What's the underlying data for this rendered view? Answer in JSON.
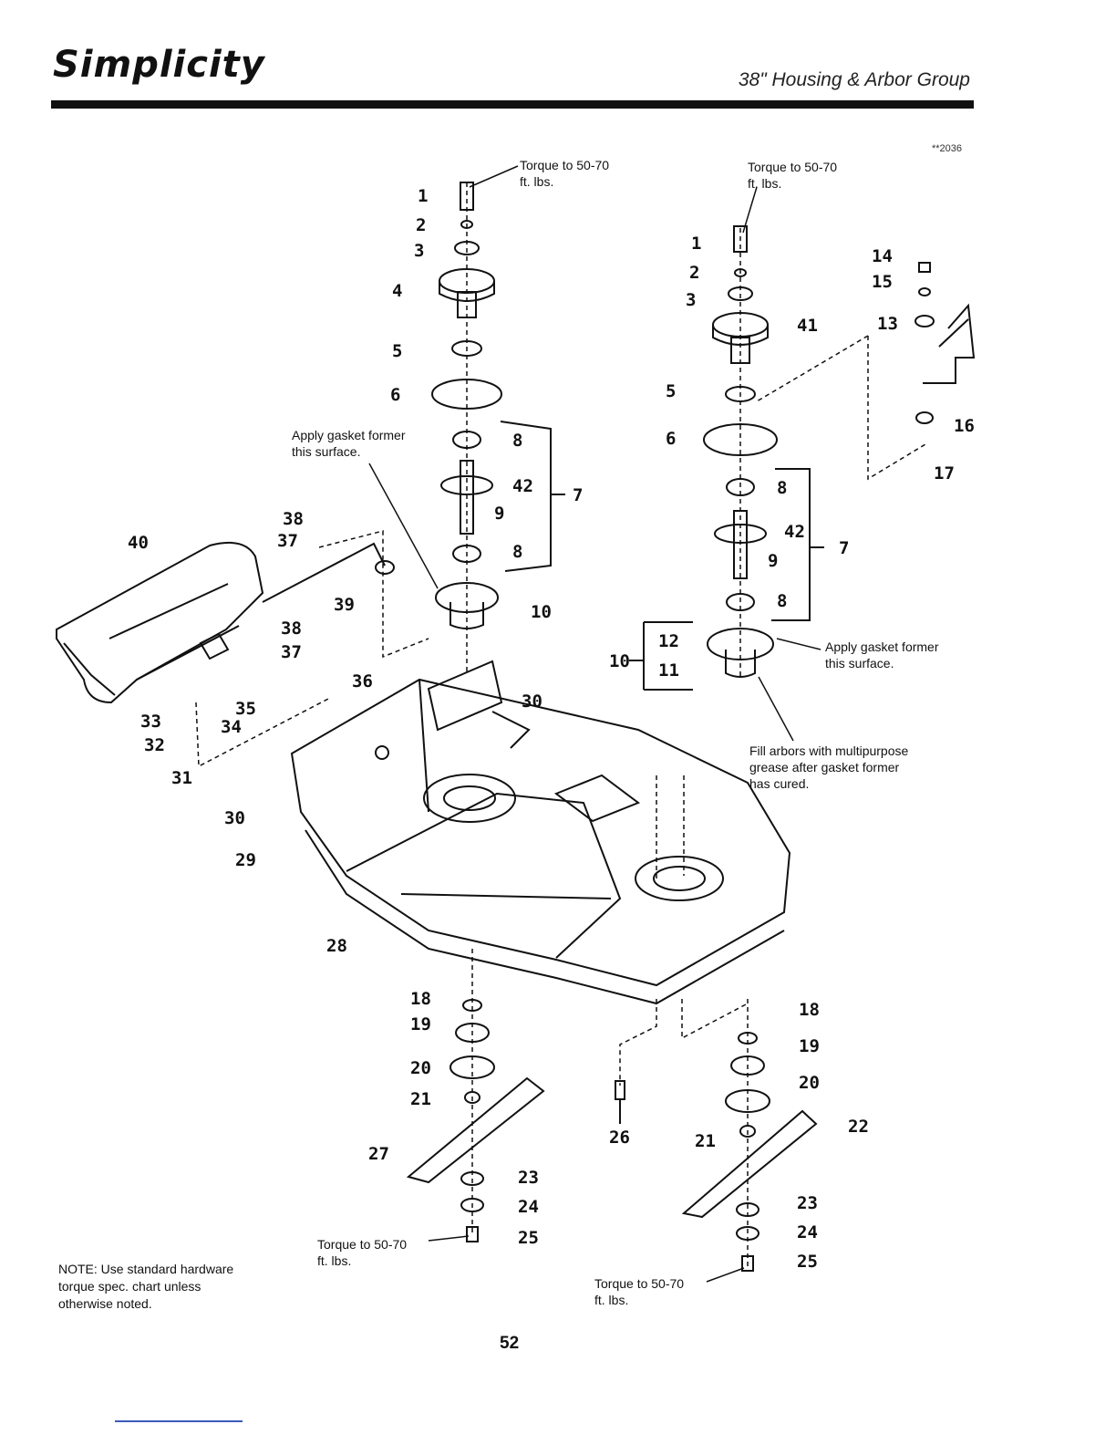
{
  "header": {
    "brand": "Simplicity",
    "section_title": "38\" Housing & Arbor Group",
    "diagram_code": "**2036"
  },
  "callouts": {
    "torque_top_left": [
      "Torque to 50-70",
      "ft. lbs."
    ],
    "torque_top_right": [
      "Torque to 50-70",
      "ft. lbs."
    ],
    "gasket_left": [
      "Apply gasket former",
      "this surface."
    ],
    "gasket_right": [
      "Apply gasket former",
      "this surface."
    ],
    "fill_arbors": [
      "Fill arbors with multipurpose",
      "grease after gasket former",
      "has cured."
    ],
    "torque_bottom_left": [
      "Torque to 50-70",
      "ft. lbs."
    ],
    "torque_bottom_right": [
      "Torque to 50-70",
      "ft. lbs."
    ]
  },
  "note": [
    "NOTE: Use standard hardware",
    "torque spec. chart unless",
    "otherwise noted."
  ],
  "page_number": "52",
  "part_numbers": {
    "left_arbor": [
      "1",
      "2",
      "3",
      "4",
      "5",
      "6",
      "8",
      "42",
      "7",
      "9",
      "8",
      "10"
    ],
    "right_arbor": [
      "1",
      "2",
      "3",
      "41",
      "5",
      "6",
      "8",
      "42",
      "7",
      "9",
      "8",
      "12",
      "10",
      "11"
    ],
    "idler": [
      "14",
      "15",
      "13",
      "16",
      "17"
    ],
    "chute": [
      "40",
      "38",
      "37",
      "39",
      "38",
      "37",
      "36",
      "30",
      "35",
      "34",
      "33",
      "32",
      "31"
    ],
    "housing": [
      "30",
      "29",
      "28"
    ],
    "left_blade": [
      "18",
      "19",
      "20",
      "21",
      "27",
      "23",
      "24",
      "25"
    ],
    "right_blade": [
      "18",
      "19",
      "20",
      "26",
      "21",
      "22",
      "23",
      "24",
      "25"
    ]
  }
}
